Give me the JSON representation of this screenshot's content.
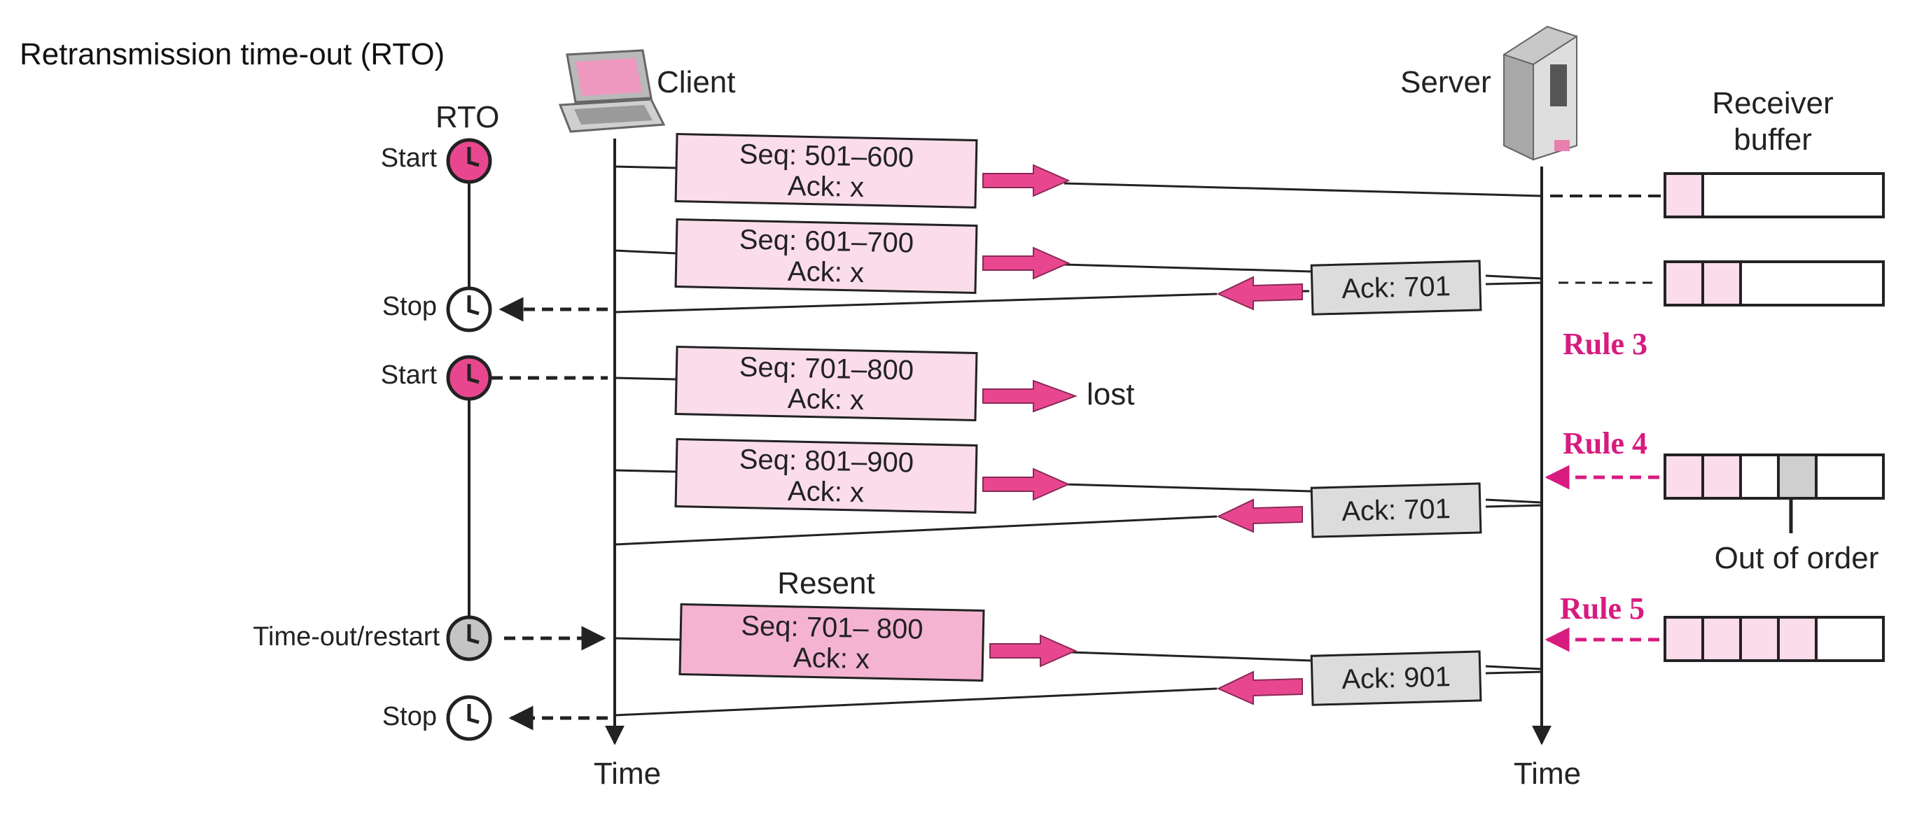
{
  "title": "Retransmission time-out (RTO)",
  "client_label": "Client",
  "server_label": "Server",
  "rto_label": "RTO",
  "receiver_buffer_label": [
    "Receiver",
    "buffer"
  ],
  "time_label": "Time",
  "timer_events": [
    "Start",
    "Stop",
    "Start",
    "Time-out/restart",
    "Stop"
  ],
  "segments": [
    {
      "seq": "Seq: 501–600",
      "ack": "Ack: x"
    },
    {
      "seq": "Seq: 601–700",
      "ack": "Ack: x"
    },
    {
      "seq": "Seq: 701–800",
      "ack": "Ack: x"
    },
    {
      "seq": "Seq: 801–900",
      "ack": "Ack: x"
    },
    {
      "seq": "Seq: 701– 800",
      "ack": "Ack: x"
    }
  ],
  "lost_label": "lost",
  "resent_label": "Resent",
  "acks": [
    "Ack: 701",
    "Ack: 701",
    "Ack: 901"
  ],
  "rules": [
    "Rule 3",
    "Rule 4",
    "Rule 5"
  ],
  "out_of_order_label": "Out of order",
  "colors": {
    "magenta": "#d81b7f",
    "pink_light": "#fbdcea",
    "pink_mid": "#f4b3d1",
    "arrow_pink": "#e8478f",
    "ack_gray": "#dcdcdc",
    "line": "#222222"
  }
}
